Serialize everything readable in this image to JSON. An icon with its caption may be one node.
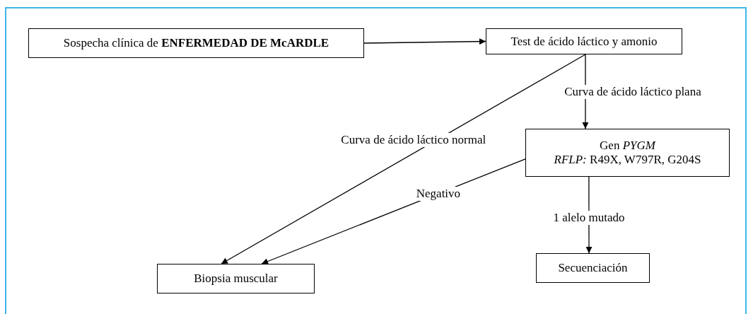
{
  "diagram": {
    "nodes": [
      {
        "text": [
          "Sospecha clínica de **ENFERMEDAD DE McARDLE**"
        ]
      },
      {
        "text": [
          "Test de ácido láctico y amonio"
        ]
      },
      {
        "text": [
          "Gen *PYGM*",
          "*RFLP:* R49X, W797R, G204S"
        ]
      },
      {
        "text": [
          "Biopsia muscular"
        ]
      },
      {
        "text": [
          "Secuenciación"
        ]
      }
    ],
    "edges": [
      {
        "from": 0,
        "to": 1,
        "arrow": "to"
      },
      {
        "from": 1,
        "to": 3,
        "arrow": "to",
        "label": "Curva de ácido láctico normal"
      },
      {
        "from": 1,
        "to": 2,
        "arrow": "to",
        "label": "Curva de ácido láctico plana"
      },
      {
        "from": 2,
        "to": 3,
        "arrow": "to",
        "label": "Negativo"
      },
      {
        "from": 2,
        "to": 4,
        "arrow": "to",
        "label": "1 alelo mutado"
      }
    ]
  }
}
